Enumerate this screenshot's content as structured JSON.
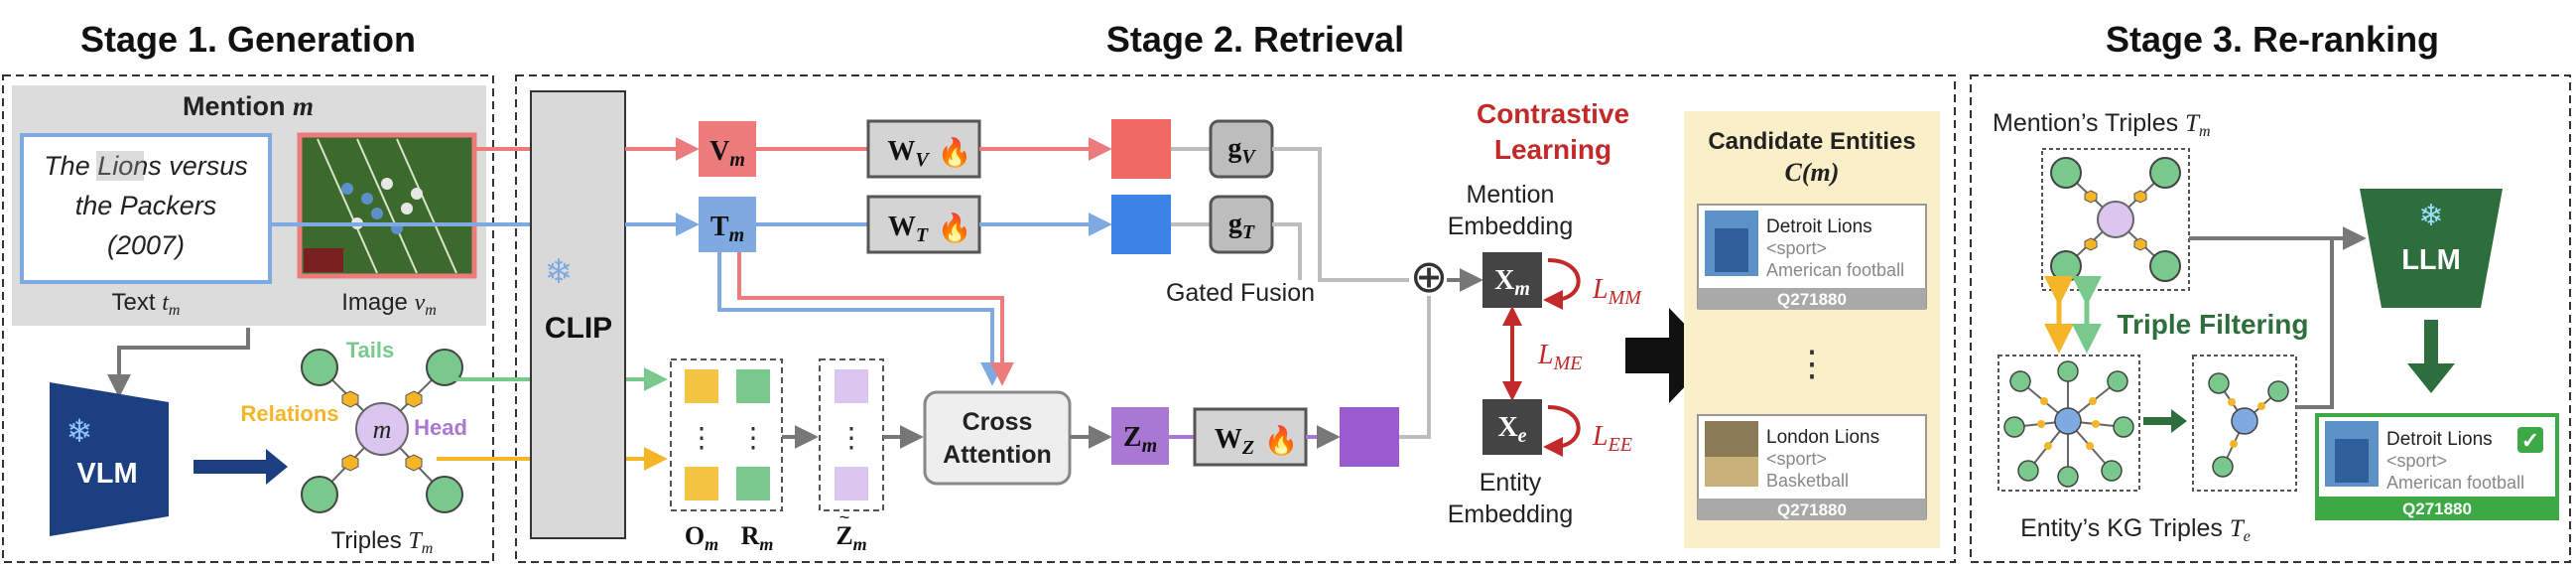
{
  "stages": {
    "generation": "Stage 1. Generation",
    "retrieval": "Stage 2. Retrieval",
    "reranking": "Stage 3. Re-ranking"
  },
  "mention": {
    "title": "Mention",
    "title_var": "m",
    "text_lines": [
      "The Lions versus",
      "the Packers",
      "(2007)"
    ],
    "text_label": "Text",
    "text_var": "t",
    "text_sub": "m",
    "image_label": "Image",
    "image_var": "v",
    "image_sub": "m"
  },
  "generation": {
    "vlm": "VLM",
    "tails": "Tails",
    "relations": "Relations",
    "head": "Head",
    "node_m": "m",
    "triples_label": "Triples",
    "triples_var": "T",
    "triples_sub": "m"
  },
  "retrieval": {
    "clip": "CLIP",
    "vm": "V",
    "vm_sub": "m",
    "tm": "T",
    "tm_sub": "m",
    "wv": "W",
    "wv_sub": "V",
    "wt": "W",
    "wt_sub": "T",
    "gv": "g",
    "gv_sub": "V",
    "gt": "g",
    "gt_sub": "T",
    "gated_fusion": "Gated Fusion",
    "cross_attention_1": "Cross",
    "cross_attention_2": "Attention",
    "zm": "Z",
    "zm_sub": "m",
    "wz": "W",
    "wz_sub": "Z",
    "om": "O",
    "om_sub": "m",
    "rm": "R",
    "rm_sub": "m",
    "ztilde": "Z",
    "ztilde_sub": "m",
    "dots": "⋮",
    "oplus": "⊕",
    "contrastive_1": "Contrastive",
    "contrastive_2": "Learning",
    "mention_emb_1": "Mention",
    "mention_emb_2": "Embedding",
    "entity_emb_1": "Entity",
    "entity_emb_2": "Embedding",
    "xm": "X",
    "xm_sub": "m",
    "xe": "X",
    "xe_sub": "e",
    "loss_mm": "L",
    "loss_mm_sub": "MM",
    "loss_me": "L",
    "loss_me_sub": "ME",
    "loss_ee": "L",
    "loss_ee_sub": "EE"
  },
  "candidates": {
    "title": "Candidate Entities",
    "title_math": "C(m)",
    "card1_name": "Detroit Lions",
    "card1_type": "<sport>",
    "card1_desc": "American football",
    "card1_id": "Q271880",
    "dots": "⋮",
    "card2_name": "London Lions",
    "card2_type": "<sport>",
    "card2_desc": "Basketball",
    "card2_id": "Q271880"
  },
  "reranking": {
    "mention_triples": "Mention’s Triples",
    "mention_triples_var": "T",
    "mention_triples_sub": "m",
    "triple_filtering": "Triple Filtering",
    "llm": "LLM",
    "entity_triples": "Entity’s KG Triples",
    "entity_triples_var": "T",
    "entity_triples_sub": "e",
    "result_name": "Detroit Lions",
    "result_type": "<sport>",
    "result_desc": "American football",
    "result_id": "Q271880",
    "check": "✓"
  },
  "colors": {
    "visual": "#ee7b7b",
    "text": "#7ea9e1",
    "cross": "#a978d3",
    "relation": "#f5b529",
    "tail": "#79c98d",
    "contrastive": "#c22a2a",
    "llm_green": "#2d6e3c",
    "cand_bg": "#fbefc9",
    "vlm_blue": "#1c3f82"
  }
}
